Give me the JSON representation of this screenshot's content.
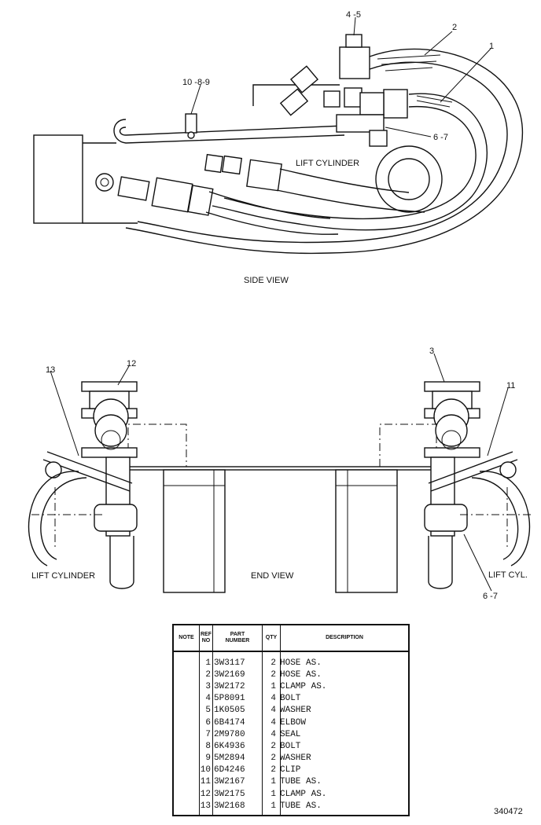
{
  "views": {
    "side_view_title": "SIDE VIEW",
    "end_view_title": "END VIEW",
    "lift_cylinder_side": "LIFT CYLINDER",
    "lift_cylinder_end_left": "LIFT CYLINDER",
    "lift_cyl_end_right": "LIFT CYL."
  },
  "callouts": {
    "c45": "4 -5",
    "c2": "2",
    "c1": "1",
    "c1089": "10 -8-9",
    "c67_side": "6 -7",
    "c13": "13",
    "c12": "12",
    "c3": "3",
    "c11": "11",
    "c67_end": "6 -7"
  },
  "table": {
    "headers": {
      "note": "NOTE",
      "ref_no": "REF\nNO",
      "part_number": "PART\nNUMBER",
      "qty": "QTY",
      "description": "DESCRIPTION"
    },
    "rows": [
      {
        "ref": "1",
        "part": "3W3117",
        "qty": "2",
        "desc": "HOSE AS."
      },
      {
        "ref": "2",
        "part": "3W2169",
        "qty": "2",
        "desc": "HOSE AS."
      },
      {
        "ref": "3",
        "part": "3W2172",
        "qty": "1",
        "desc": "CLAMP AS."
      },
      {
        "ref": "4",
        "part": "5P8091",
        "qty": "4",
        "desc": "BOLT"
      },
      {
        "ref": "5",
        "part": "1K0505",
        "qty": "4",
        "desc": "WASHER"
      },
      {
        "ref": "6",
        "part": "6B4174",
        "qty": "4",
        "desc": "ELBOW"
      },
      {
        "ref": "7",
        "part": "2M9780",
        "qty": "4",
        "desc": "SEAL"
      },
      {
        "ref": "8",
        "part": "6K4936",
        "qty": "2",
        "desc": "BOLT"
      },
      {
        "ref": "9",
        "part": "5M2894",
        "qty": "2",
        "desc": "WASHER"
      },
      {
        "ref": "10",
        "part": "6D4246",
        "qty": "2",
        "desc": "CLIP"
      },
      {
        "ref": "11",
        "part": "3W2167",
        "qty": "1",
        "desc": "TUBE AS."
      },
      {
        "ref": "12",
        "part": "3W2175",
        "qty": "1",
        "desc": "CLAMP AS."
      },
      {
        "ref": "13",
        "part": "3W2168",
        "qty": "1",
        "desc": "TUBE AS."
      }
    ]
  },
  "figure_number": "340472"
}
